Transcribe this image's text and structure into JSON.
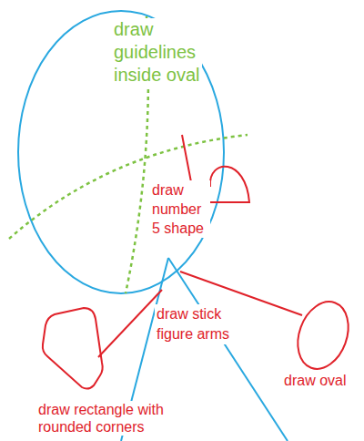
{
  "diagram": {
    "labels": [
      "draw guidelines inside oval",
      "draw number 5 shape",
      "draw stick figure arms",
      "draw oval",
      "draw rectangle with rounded corners"
    ]
  }
}
